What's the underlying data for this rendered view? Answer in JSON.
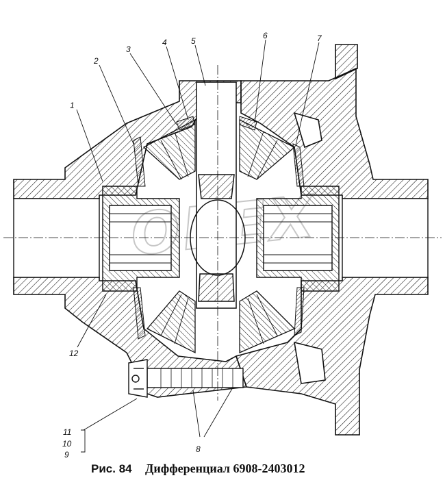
{
  "labels": {
    "l1": "1",
    "l2": "2",
    "l3": "3",
    "l4": "4",
    "l5": "5",
    "l6": "6",
    "l7": "7",
    "l8": "8",
    "l9": "9",
    "l10": "10",
    "l11": "11",
    "l12": "12"
  },
  "caption": {
    "fig": "Рис. 84",
    "title": "Дифференциал 6908-2403012"
  },
  "watermark": {
    "text": "OPEX"
  }
}
